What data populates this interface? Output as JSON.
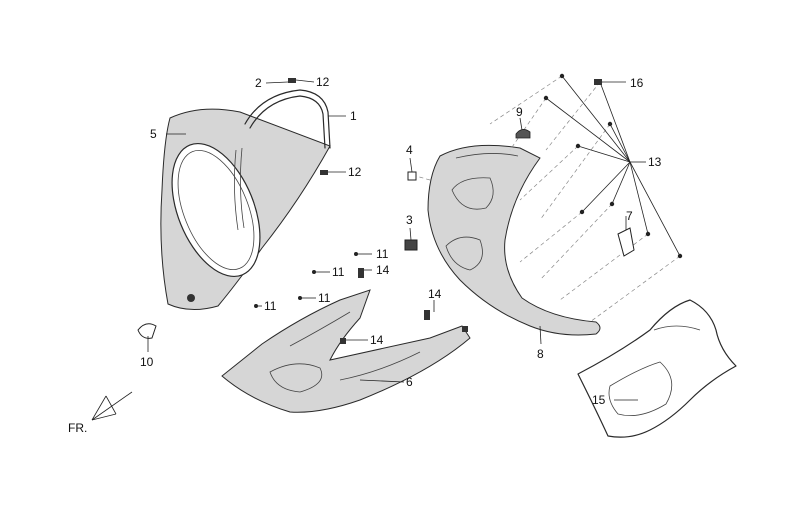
{
  "callouts": [
    {
      "id": "c1",
      "text": "1"
    },
    {
      "id": "c2",
      "text": "2"
    },
    {
      "id": "c3",
      "text": "3"
    },
    {
      "id": "c4",
      "text": "4"
    },
    {
      "id": "c5",
      "text": "5"
    },
    {
      "id": "c6",
      "text": "6"
    },
    {
      "id": "c7",
      "text": "7"
    },
    {
      "id": "c8",
      "text": "8"
    },
    {
      "id": "c9",
      "text": "9"
    },
    {
      "id": "c10",
      "text": "10"
    },
    {
      "id": "c11a",
      "text": "11"
    },
    {
      "id": "c11b",
      "text": "11"
    },
    {
      "id": "c11c",
      "text": "11"
    },
    {
      "id": "c11d",
      "text": "11"
    },
    {
      "id": "c12a",
      "text": "12"
    },
    {
      "id": "c12b",
      "text": "12"
    },
    {
      "id": "c13",
      "text": "13"
    },
    {
      "id": "c14a",
      "text": "14"
    },
    {
      "id": "c14b",
      "text": "14"
    },
    {
      "id": "c14c",
      "text": "14"
    },
    {
      "id": "c15",
      "text": "15"
    },
    {
      "id": "c16",
      "text": "16"
    }
  ],
  "direction_label": "FR."
}
